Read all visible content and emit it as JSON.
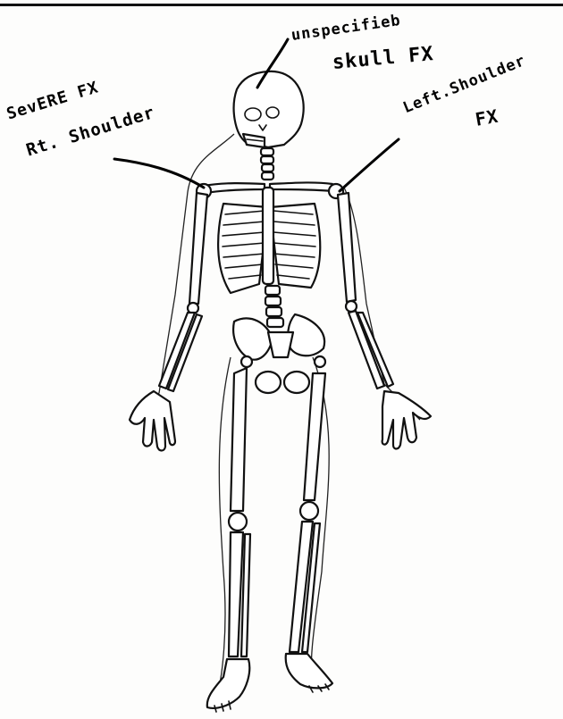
{
  "annotations": {
    "skull": {
      "line1": "unspecifieb",
      "line2": "skull FX"
    },
    "right_shoulder": {
      "line1": "SevERE FX",
      "line2": "Rt. Shoulder"
    },
    "left_shoulder": {
      "line1": "Left.Shoulder",
      "line2": "FX"
    }
  },
  "colors": {
    "ink": "#111111",
    "paper": "#fdfdfc"
  }
}
